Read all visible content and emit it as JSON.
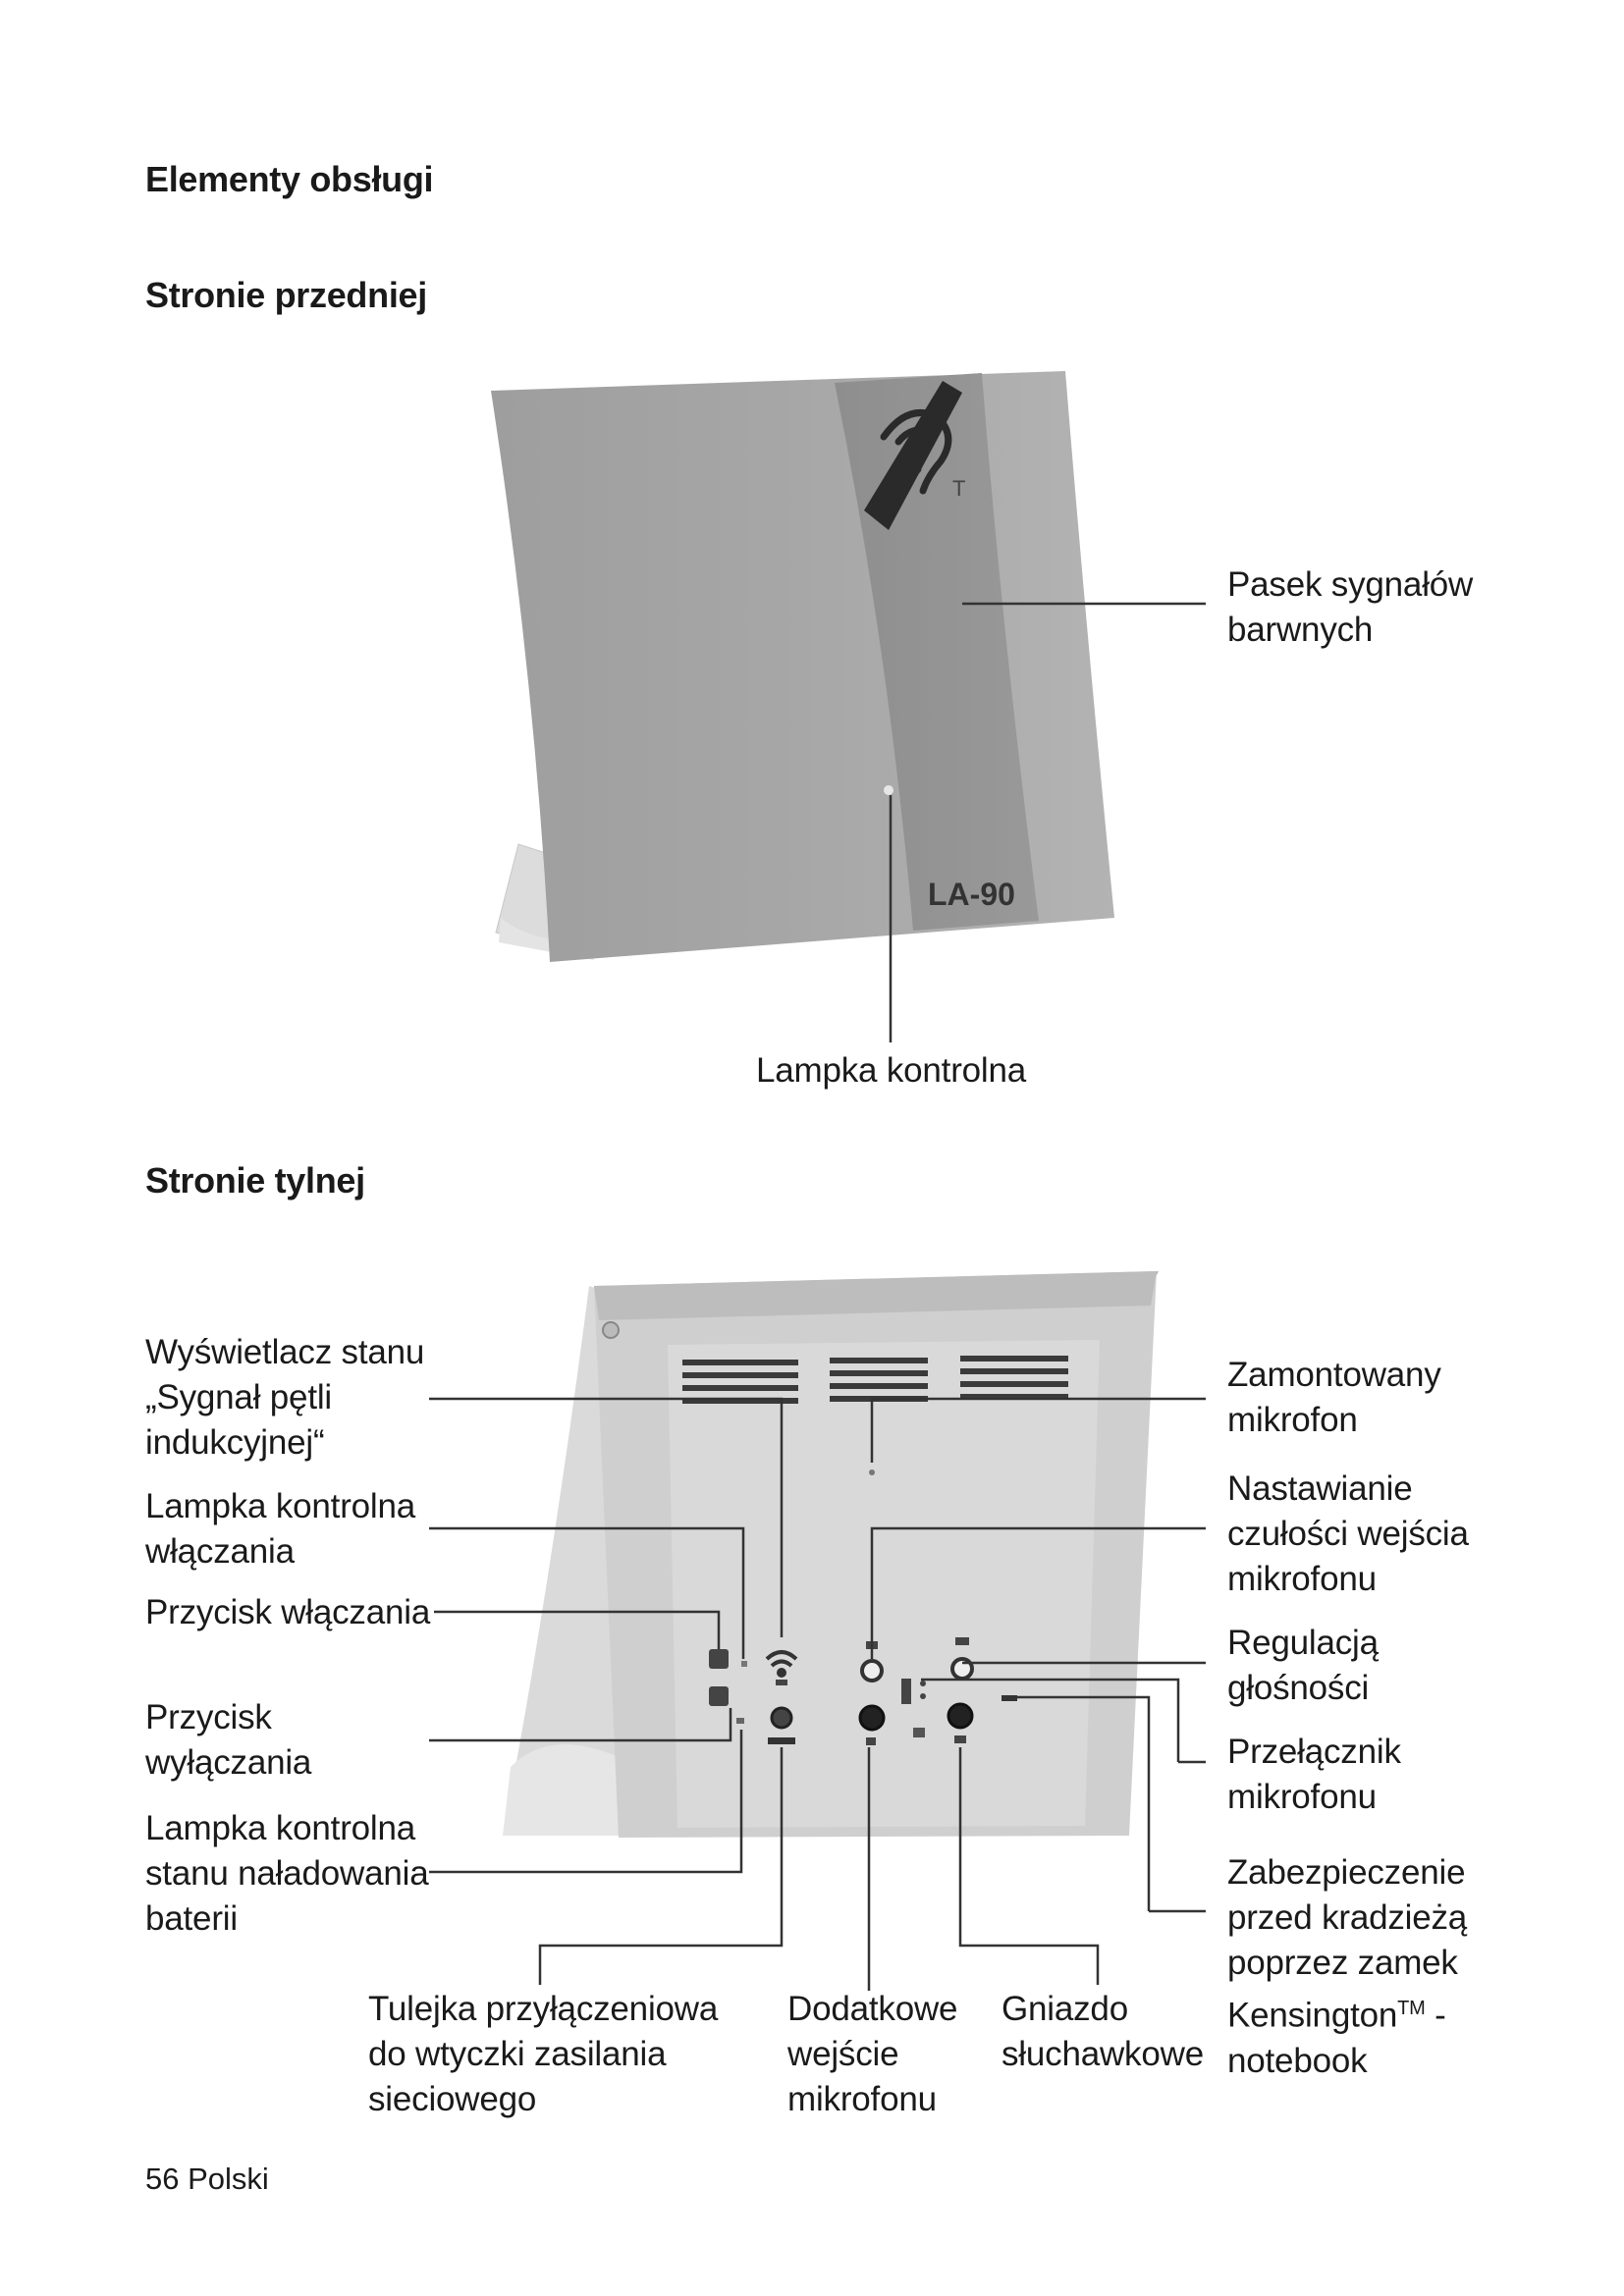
{
  "section_title": "Elementy obsługi",
  "front": {
    "heading": "Stronie przedniej",
    "model": "LA-90",
    "label_color_strip": "Pasek sygnałów\nbarwnych",
    "label_indicator": "Lampka kontrolna"
  },
  "back": {
    "heading": "Stronie tylnej",
    "left_labels": {
      "status_display": "Wyświetlacz stanu\n„Sygnał pętli\nindukcyjnej“",
      "power_indicator": "Lampka  kontrolna\nwłączania",
      "power_on_button": "Przycisk włączania",
      "power_off_button": "Przycisk\nwyłączania",
      "battery_indicator": "Lampka kontrolna\nstanu naładowania\nbaterii"
    },
    "right_labels": {
      "builtin_mic": "Zamontowany\nmikrofon",
      "mic_sensitivity": "Nastawianie\nczułości wejścia\nmikrofonu",
      "volume": "Regulacją\ngłośności",
      "mic_switch": "Przełącznik\nmikrofonu",
      "kensington_1": "Zabezpieczenie\nprzed kradzieżą\npoprzez zamek\nKensington",
      "kensington_tm": "TM",
      "kensington_dash": " -",
      "kensington_2": "notebook"
    },
    "bottom_labels": {
      "power_socket": "Tulejka przyłączeniowa\ndo wtyczki zasilania\nsieciowego",
      "extra_mic": "Dodatkowe\nwejście\nmikrofonu",
      "headphone": "Gniazdo\nsłuchawkowe"
    }
  },
  "footer": "56 Polski"
}
